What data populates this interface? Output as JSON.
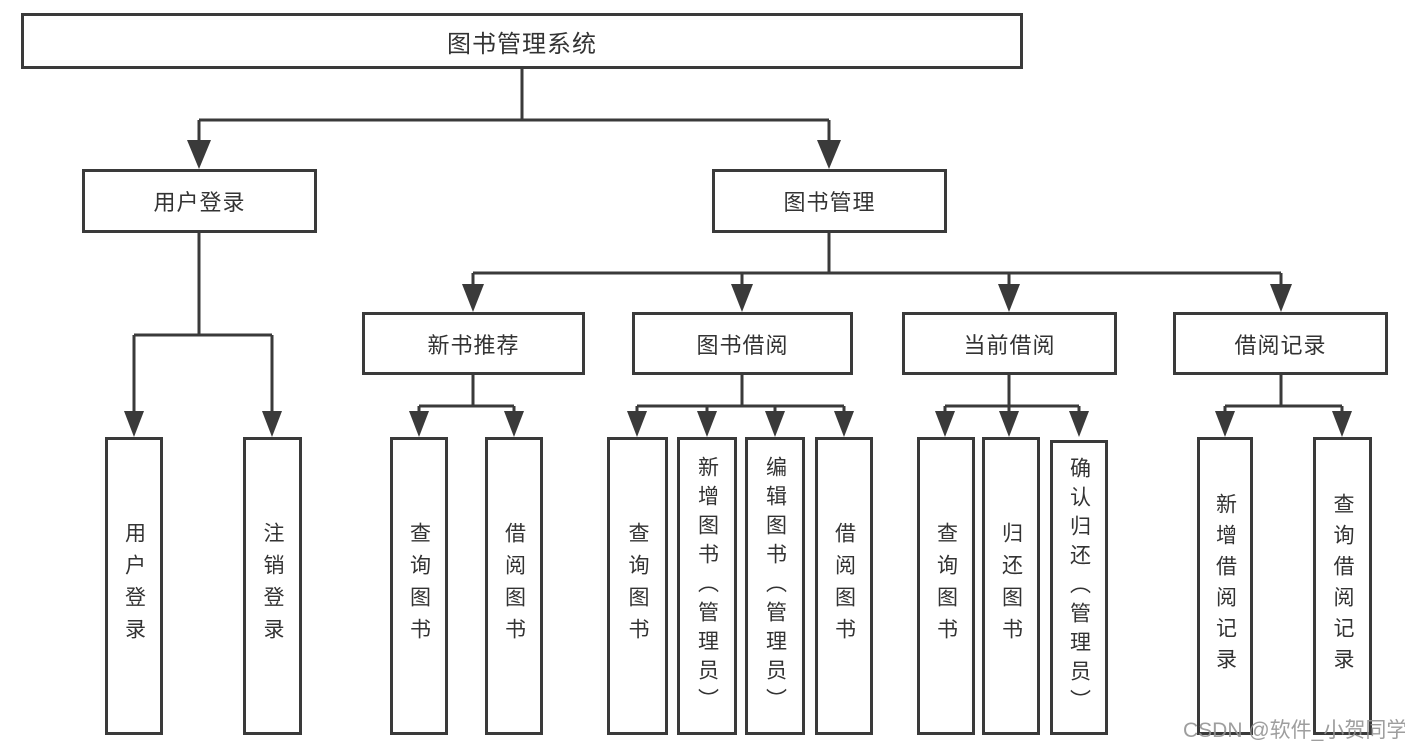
{
  "colors": {
    "line": "#3a3a3a",
    "box_border": "#3a3a3a",
    "box_fill": "#ffffff",
    "text": "#333333",
    "background": "#ffffff",
    "watermark": "#949494"
  },
  "watermark": {
    "text": "CSDN @软件_小贺同学"
  },
  "tree": {
    "root": {
      "label": "图书管理系统"
    },
    "branches": [
      {
        "label": "用户登录",
        "children": [
          {
            "label": "用户登录"
          },
          {
            "label": "注销登录"
          }
        ]
      },
      {
        "label": "图书管理",
        "groups": [
          {
            "label": "新书推荐",
            "children": [
              {
                "label": "查询图书"
              },
              {
                "label": "借阅图书"
              }
            ]
          },
          {
            "label": "图书借阅",
            "children": [
              {
                "label": "查询图书"
              },
              {
                "label": "新增图书（管理员）"
              },
              {
                "label": "编辑图书（管理员）"
              },
              {
                "label": "借阅图书"
              }
            ]
          },
          {
            "label": "当前借阅",
            "children": [
              {
                "label": "查询图书"
              },
              {
                "label": "归还图书"
              },
              {
                "label": "确认归还（管理员）"
              }
            ]
          },
          {
            "label": "借阅记录",
            "children": [
              {
                "label": "新增借阅记录"
              },
              {
                "label": "查询借阅记录"
              }
            ]
          }
        ]
      }
    ]
  }
}
